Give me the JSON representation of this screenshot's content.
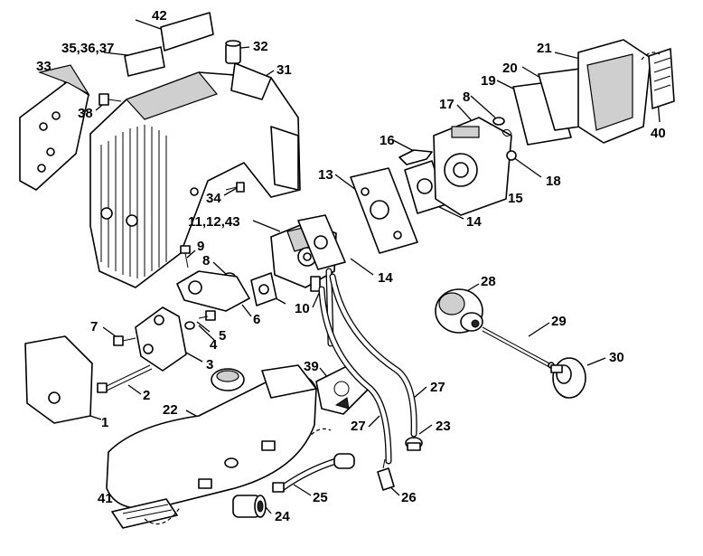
{
  "callouts": {
    "c1": "1",
    "c2": "2",
    "c3": "3",
    "c4": "4",
    "c5": "5",
    "c6": "6",
    "c7": "7",
    "c8a": "8",
    "c8b": "8",
    "c9": "9",
    "c10": "10",
    "c11": "11,12,43",
    "c13": "13",
    "c14a": "14",
    "c14b": "14",
    "c15": "15",
    "c16": "16",
    "c17": "17",
    "c18": "18",
    "c19": "19",
    "c20": "20",
    "c21": "21",
    "c22": "22",
    "c23": "23",
    "c24": "24",
    "c25": "25",
    "c26": "26",
    "c27a": "27",
    "c27b": "27",
    "c28": "28",
    "c29": "29",
    "c30": "30",
    "c31": "31",
    "c32": "32",
    "c33": "33",
    "c34": "34",
    "c35": "35,36,37",
    "c38": "38",
    "c39": "39",
    "c40": "40",
    "c41": "41",
    "c42": "42"
  }
}
